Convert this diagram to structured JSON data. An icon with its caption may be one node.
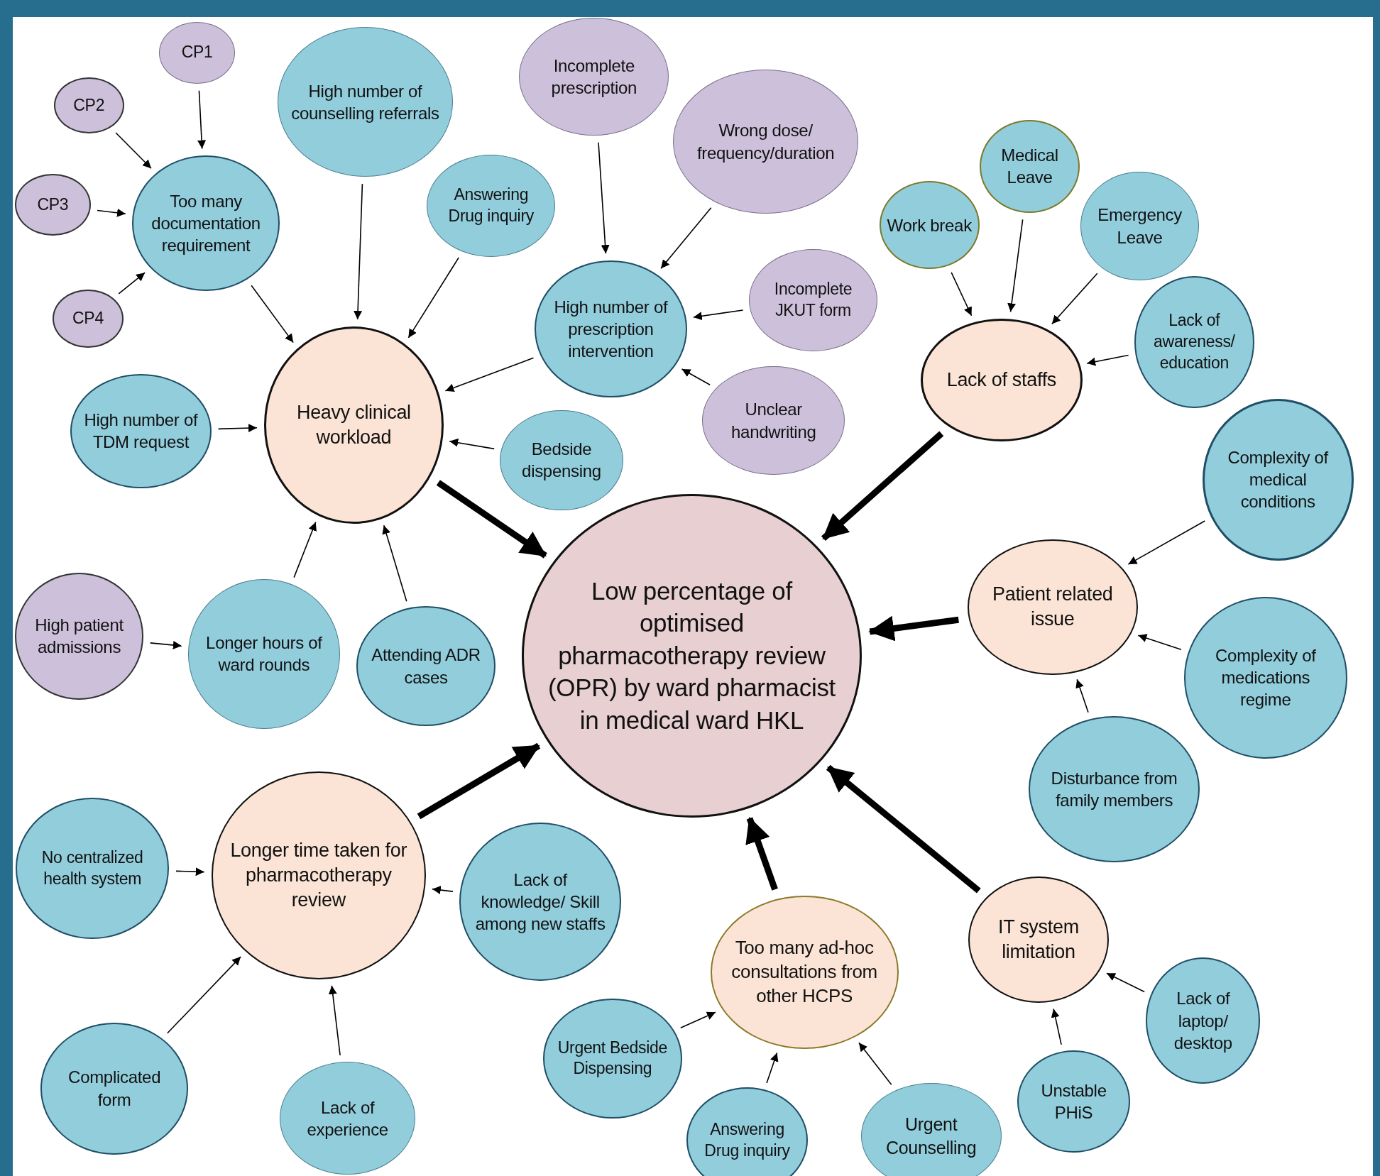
{
  "diagram": {
    "nodes": [
      {
        "text": [
          "Low percentage of optimised pharmacotherapy review (OPR) by ward pharmacist in medical ward HKL"
        ]
      },
      {
        "text": [
          "Heavy clinical workload"
        ]
      },
      {
        "text": [
          "Lack of staffs"
        ]
      },
      {
        "text": [
          "Patient related issue"
        ]
      },
      {
        "text": [
          "Longer time taken for pharmacotherapy review"
        ]
      },
      {
        "text": [
          "Too many ad-hoc consultations from other HCPS"
        ]
      },
      {
        "text": [
          "IT system limitation"
        ]
      },
      {
        "text": [
          "Too many documentation requirement"
        ]
      },
      {
        "text": [
          "CP1"
        ]
      },
      {
        "text": [
          "CP2"
        ]
      },
      {
        "text": [
          "CP3"
        ]
      },
      {
        "text": [
          "CP4"
        ]
      },
      {
        "text": [
          "High number of counselling referrals"
        ]
      },
      {
        "text": [
          "Answering Drug inquiry"
        ]
      },
      {
        "text": [
          "Incomplete prescription"
        ]
      },
      {
        "text": [
          "Wrong dose/ frequency/duration"
        ]
      },
      {
        "text": [
          "High number of prescription intervention"
        ]
      },
      {
        "text": [
          "Incomplete JKUT form"
        ]
      },
      {
        "text": [
          "Unclear handwriting"
        ]
      },
      {
        "text": [
          "High number of TDM request"
        ]
      },
      {
        "text": [
          "Bedside dispensing"
        ]
      },
      {
        "text": [
          "High patient admissions"
        ]
      },
      {
        "text": [
          "Longer hours of ward rounds"
        ]
      },
      {
        "text": [
          "Attending ADR cases"
        ]
      },
      {
        "text": [
          "Work break"
        ]
      },
      {
        "text": [
          "Medical Leave"
        ]
      },
      {
        "text": [
          "Emergency Leave"
        ]
      },
      {
        "text": [
          "Lack of awareness/ education"
        ]
      },
      {
        "text": [
          "Complexity of medical conditions"
        ]
      },
      {
        "text": [
          "Complexity of medications regime"
        ]
      },
      {
        "text": [
          "Disturbance from family members"
        ]
      },
      {
        "text": [
          "No centralized health system"
        ]
      },
      {
        "text": [
          "Lack of knowledge/ Skill among new staffs"
        ]
      },
      {
        "text": [
          "Complicated form"
        ]
      },
      {
        "text": [
          "Lack of experience"
        ]
      },
      {
        "text": [
          "Urgent Bedside Dispensing"
        ]
      },
      {
        "text": [
          "Answering Drug inquiry"
        ]
      },
      {
        "text": [
          "Urgent Counselling"
        ]
      },
      {
        "text": [
          "Unstable PHiS"
        ]
      },
      {
        "text": [
          "Lack of laptop/ desktop"
        ]
      }
    ],
    "edges": [
      {
        "from": 8,
        "to": 7,
        "arrow": "to"
      },
      {
        "from": 9,
        "to": 7,
        "arrow": "to"
      },
      {
        "from": 10,
        "to": 7,
        "arrow": "to"
      },
      {
        "from": 11,
        "to": 7,
        "arrow": "to"
      },
      {
        "from": 7,
        "to": 1,
        "arrow": "to"
      },
      {
        "from": 12,
        "to": 1,
        "arrow": "to"
      },
      {
        "from": 13,
        "to": 1,
        "arrow": "to"
      },
      {
        "from": 14,
        "to": 16,
        "arrow": "to"
      },
      {
        "from": 15,
        "to": 16,
        "arrow": "to"
      },
      {
        "from": 17,
        "to": 16,
        "arrow": "to"
      },
      {
        "from": 18,
        "to": 16,
        "arrow": "to"
      },
      {
        "from": 16,
        "to": 1,
        "arrow": "to"
      },
      {
        "from": 19,
        "to": 1,
        "arrow": "to"
      },
      {
        "from": 20,
        "to": 1,
        "arrow": "to"
      },
      {
        "from": 21,
        "to": 22,
        "arrow": "to"
      },
      {
        "from": 22,
        "to": 1,
        "arrow": "to"
      },
      {
        "from": 23,
        "to": 1,
        "arrow": "to"
      },
      {
        "from": 1,
        "to": 0,
        "arrow": "to",
        "style": "thick"
      },
      {
        "from": 24,
        "to": 2,
        "arrow": "to"
      },
      {
        "from": 25,
        "to": 2,
        "arrow": "to"
      },
      {
        "from": 26,
        "to": 2,
        "arrow": "to"
      },
      {
        "from": 27,
        "to": 2,
        "arrow": "to"
      },
      {
        "from": 2,
        "to": 0,
        "arrow": "to",
        "style": "thick"
      },
      {
        "from": 28,
        "to": 3,
        "arrow": "to"
      },
      {
        "from": 29,
        "to": 3,
        "arrow": "to"
      },
      {
        "from": 30,
        "to": 3,
        "arrow": "to"
      },
      {
        "from": 3,
        "to": 0,
        "arrow": "to",
        "style": "thick"
      },
      {
        "from": 31,
        "to": 4,
        "arrow": "to"
      },
      {
        "from": 32,
        "to": 4,
        "arrow": "to"
      },
      {
        "from": 33,
        "to": 4,
        "arrow": "to"
      },
      {
        "from": 34,
        "to": 4,
        "arrow": "to"
      },
      {
        "from": 4,
        "to": 0,
        "arrow": "to",
        "style": "thick"
      },
      {
        "from": 35,
        "to": 5,
        "arrow": "to"
      },
      {
        "from": 36,
        "to": 5,
        "arrow": "to"
      },
      {
        "from": 37,
        "to": 5,
        "arrow": "to"
      },
      {
        "from": 5,
        "to": 0,
        "arrow": "to",
        "style": "thick"
      },
      {
        "from": 38,
        "to": 6,
        "arrow": "to"
      },
      {
        "from": 39,
        "to": 6,
        "arrow": "to"
      },
      {
        "from": 6,
        "to": 0,
        "arrow": "to",
        "style": "thick"
      }
    ]
  }
}
